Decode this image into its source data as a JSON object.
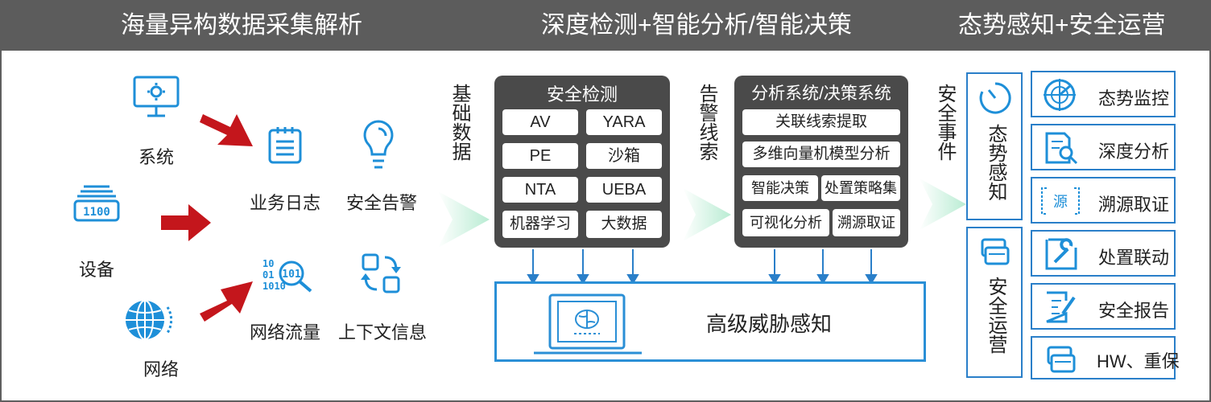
{
  "header": {
    "col1_title": "海量异构数据采集解析",
    "col2_title": "深度检测+智能分析/智能决策",
    "col3_title": "态势感知+安全运营"
  },
  "sources": {
    "system": "系统",
    "device": "设备",
    "network": "网络"
  },
  "data_types": {
    "business_log": "业务日志",
    "security_alert": "安全告警",
    "network_traffic": "网络流量",
    "context_info": "上下文信息"
  },
  "icon_text": {
    "device_code": "1100",
    "traffic_digits": "101",
    "source_trace": "源"
  },
  "flow_labels": {
    "basic_data": "基础数据",
    "alert_clues": "告警线索",
    "security_events": "安全事件"
  },
  "detection": {
    "title": "安全检测",
    "items": [
      "AV",
      "YARA",
      "PE",
      "沙箱",
      "NTA",
      "UEBA",
      "机器学习",
      "大数据"
    ]
  },
  "analysis": {
    "title": "分析系统/决策系统",
    "items": [
      "关联线索提取",
      "多维向量机模型分析",
      "智能决策",
      "处置策略集",
      "可视化分析",
      "溯源取证"
    ]
  },
  "threat": {
    "label": "高级威胁感知"
  },
  "right_groups": {
    "situation_awareness": "态势感知",
    "security_operations": "安全运营"
  },
  "right_items": [
    "态势监控",
    "深度分析",
    "溯源取证",
    "处置联动",
    "安全报告",
    "HW、重保"
  ],
  "colors": {
    "header_bg": "#5c5c5c",
    "panel_bg": "#4a4a4a",
    "accent_blue": "#2a8fd6",
    "arrow_red": "#c4161c",
    "flow_green": "#c8f0dc"
  }
}
